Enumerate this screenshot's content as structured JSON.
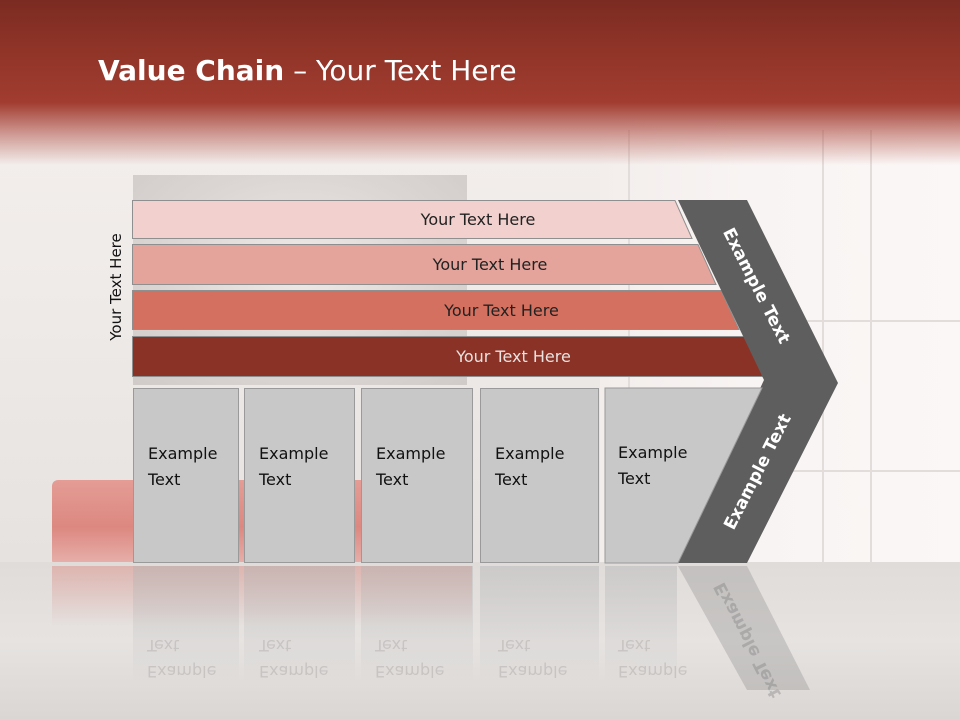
{
  "slide": {
    "title_bold": "Value Chain",
    "title_rest": " – Your Text Here",
    "side_label": "Your Text Here"
  },
  "bars": [
    {
      "label": "Your Text Here",
      "fill": "#f1d0cd",
      "text_color": "#222222"
    },
    {
      "label": "Your Text Here",
      "fill": "#e4a49b",
      "text_color": "#222222"
    },
    {
      "label": "Your Text Here",
      "fill": "#d4705f",
      "text_color": "#222222"
    },
    {
      "label": "Your Text Here",
      "fill": "#8a3226",
      "text_color": "#e9e2e0"
    }
  ],
  "columns": [
    {
      "line1": "Example",
      "line2": "Text"
    },
    {
      "line1": "Example",
      "line2": "Text"
    },
    {
      "line1": "Example",
      "line2": "Text"
    },
    {
      "line1": "Example",
      "line2": "Text"
    },
    {
      "line1": "Example",
      "line2": "Text"
    }
  ],
  "chevron": {
    "upper_label": "Example Text",
    "lower_label": "Example Text",
    "fill": "#5e5e5e"
  },
  "colors": {
    "header_dark": "#7b2b22",
    "header_mid": "#a13c30",
    "column_fill": "#c8c8c8"
  }
}
